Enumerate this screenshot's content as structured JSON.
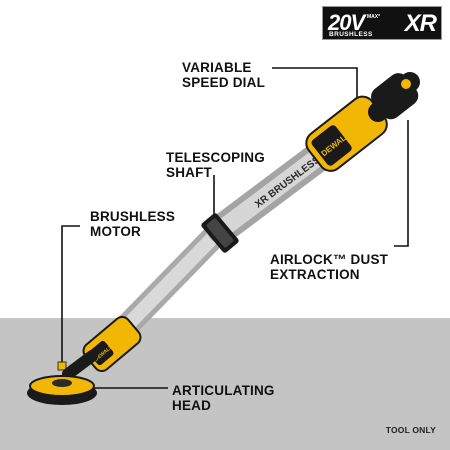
{
  "badge": {
    "voltage": "20V",
    "max": "MAX*",
    "brushless": "BRUSHLESS",
    "series": "XR"
  },
  "callouts": {
    "speed_dial": "VARIABLE\nSPEED DIAL",
    "shaft": "TELESCOPING\nSHAFT",
    "motor": "BRUSHLESS\nMOTOR",
    "dust": "AIRLOCK™ DUST\nEXTRACTION",
    "head": "ARTICULATING\nHEAD"
  },
  "tool_branding": {
    "brand": "DEWALT",
    "shaft_text": "XR BRUSHLESS",
    "head_brand": "DEWALT"
  },
  "footer": {
    "tool_only": "TOOL ONLY"
  },
  "colors": {
    "yellow": "#f2b705",
    "black": "#1a1a1a",
    "silver": "#cfcfcf",
    "floor": "#c4c4c4"
  }
}
